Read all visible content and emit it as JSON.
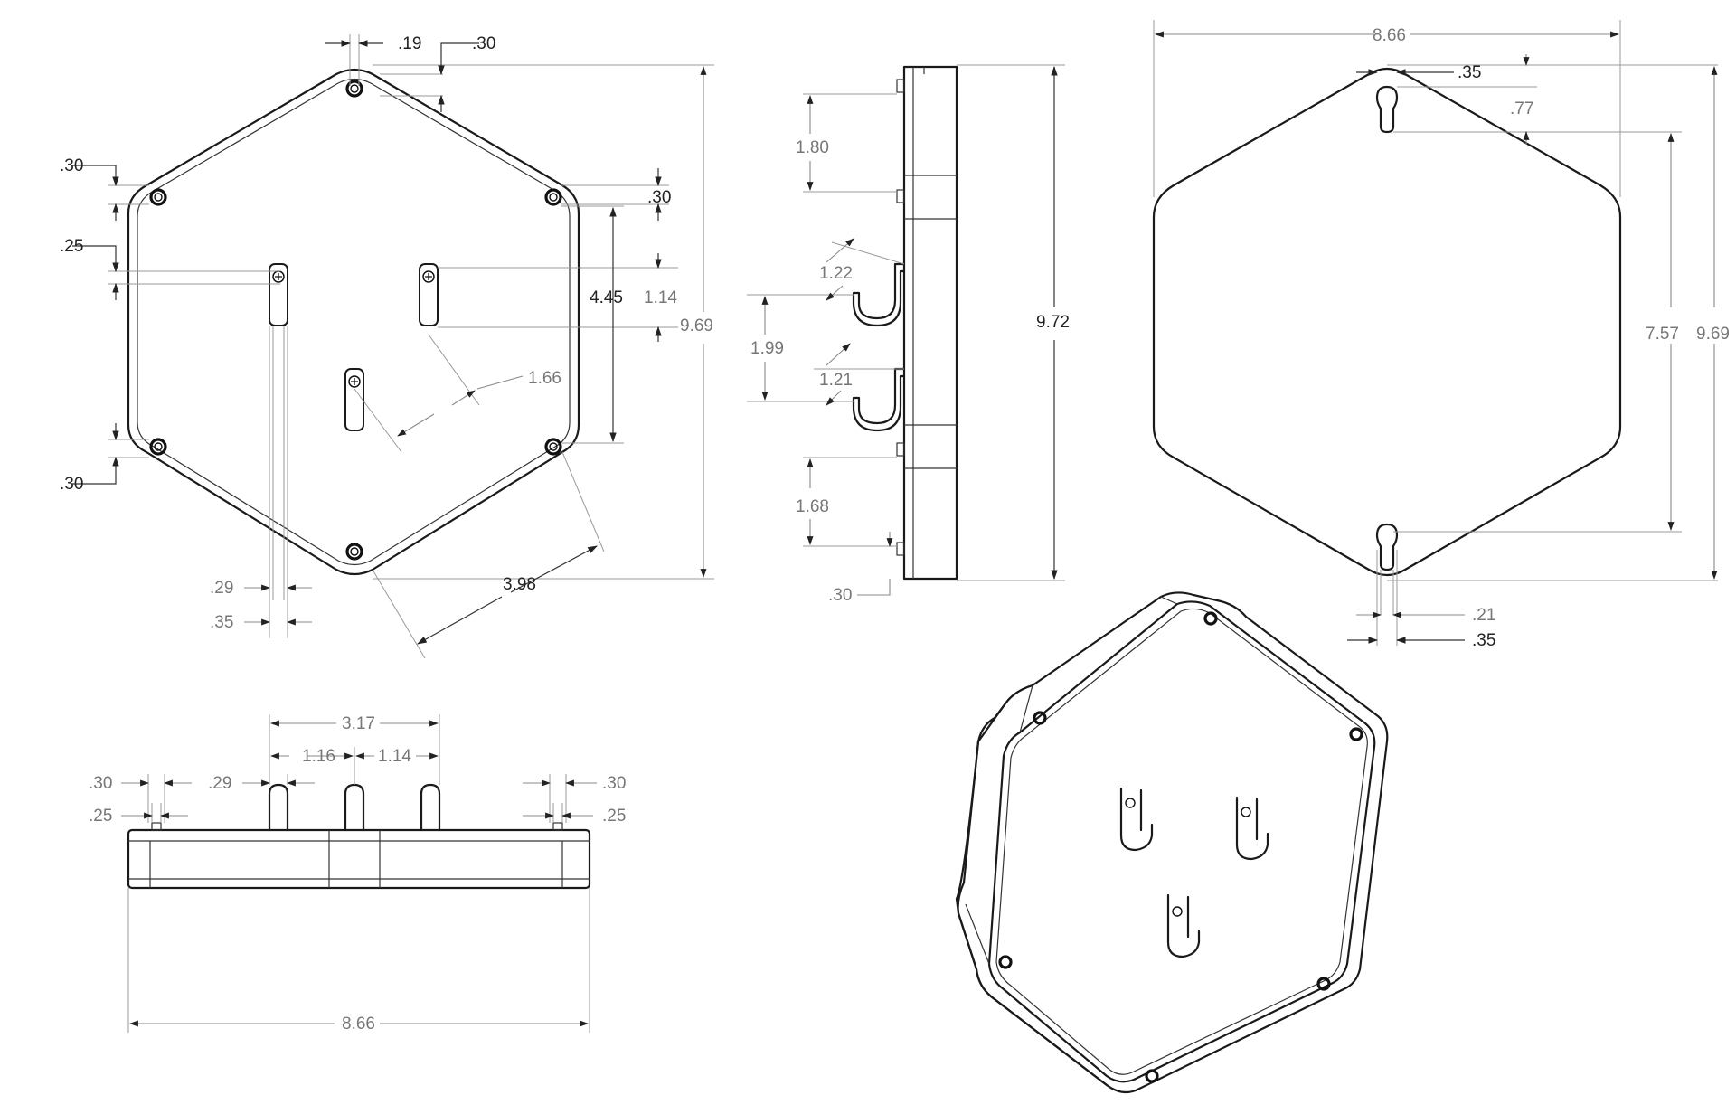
{
  "drawing": {
    "front_view": {
      "dims": {
        "top_hole_width": ".19",
        "top_hole_offset": ".30",
        "left_hole_top_offset": ".30",
        "right_hole_top_offset": ".30",
        "hook_top_offset": ".25",
        "hook_vertical_span": "4.45",
        "hook_pair_height": "1.14",
        "overall_height": "9.69",
        "hook_diagonal": "1.66",
        "left_hole_bottom_offset": ".30",
        "hook_width_inner": ".29",
        "hook_width_outer": ".35",
        "edge_length": "3.98"
      }
    },
    "side_view": {
      "dims": {
        "top_spacing": "1.80",
        "hook_upper_depth": "1.22",
        "hook_spacing": "1.99",
        "hook_lower_depth": "1.21",
        "overall_height": "9.72",
        "bottom_spacing": "1.68",
        "bottom_offset": ".30"
      }
    },
    "bottom_view": {
      "dims": {
        "hook_span": "3.17",
        "hook_left_spacing": "1.16",
        "hook_right_spacing": "1.14",
        "hook_width": ".29",
        "left_pin_outer": ".30",
        "left_pin_inner": ".25",
        "right_pin_outer": ".30",
        "right_pin_inner": ".25",
        "overall_width": "8.66"
      }
    },
    "back_view": {
      "dims": {
        "overall_width": "8.66",
        "keyhole_top_offset": ".35",
        "keyhole_length": ".77",
        "keyhole_spacing": "7.57",
        "overall_height": "9.69",
        "keyhole_slot_width": ".21",
        "keyhole_head_width": ".35"
      }
    }
  }
}
